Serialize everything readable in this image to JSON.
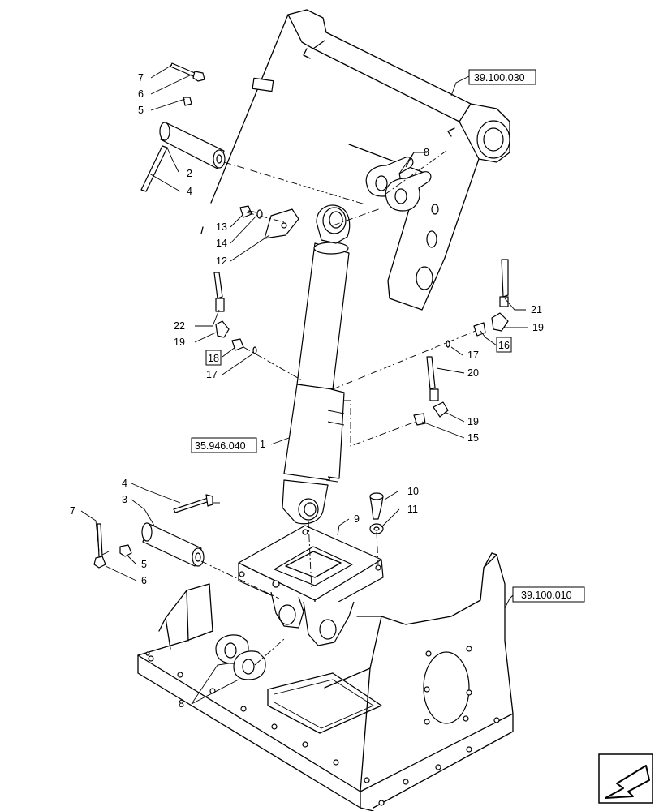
{
  "references": {
    "upper_frame": "39.100.030",
    "lower_frame": "39.100.010",
    "cylinder": "35.946.040",
    "boxed_18": "18",
    "boxed_16": "16"
  },
  "callouts": {
    "c1": "1",
    "c2": "2",
    "c3": "3",
    "c4a": "4",
    "c4b": "4",
    "c5a": "5",
    "c5b": "5",
    "c6a": "6",
    "c6b": "6",
    "c7a": "7",
    "c7b": "7",
    "c8a": "8",
    "c8b": "8",
    "c9": "9",
    "c10": "10",
    "c11": "11",
    "c12": "12",
    "c13": "13",
    "c14": "14",
    "c15": "15",
    "c17a": "17",
    "c17b": "17",
    "c19a": "19",
    "c19b": "19",
    "c19c": "19",
    "c20": "20",
    "c21": "21",
    "c22": "22"
  },
  "icons": {
    "nav": "back-arrow-icon"
  }
}
